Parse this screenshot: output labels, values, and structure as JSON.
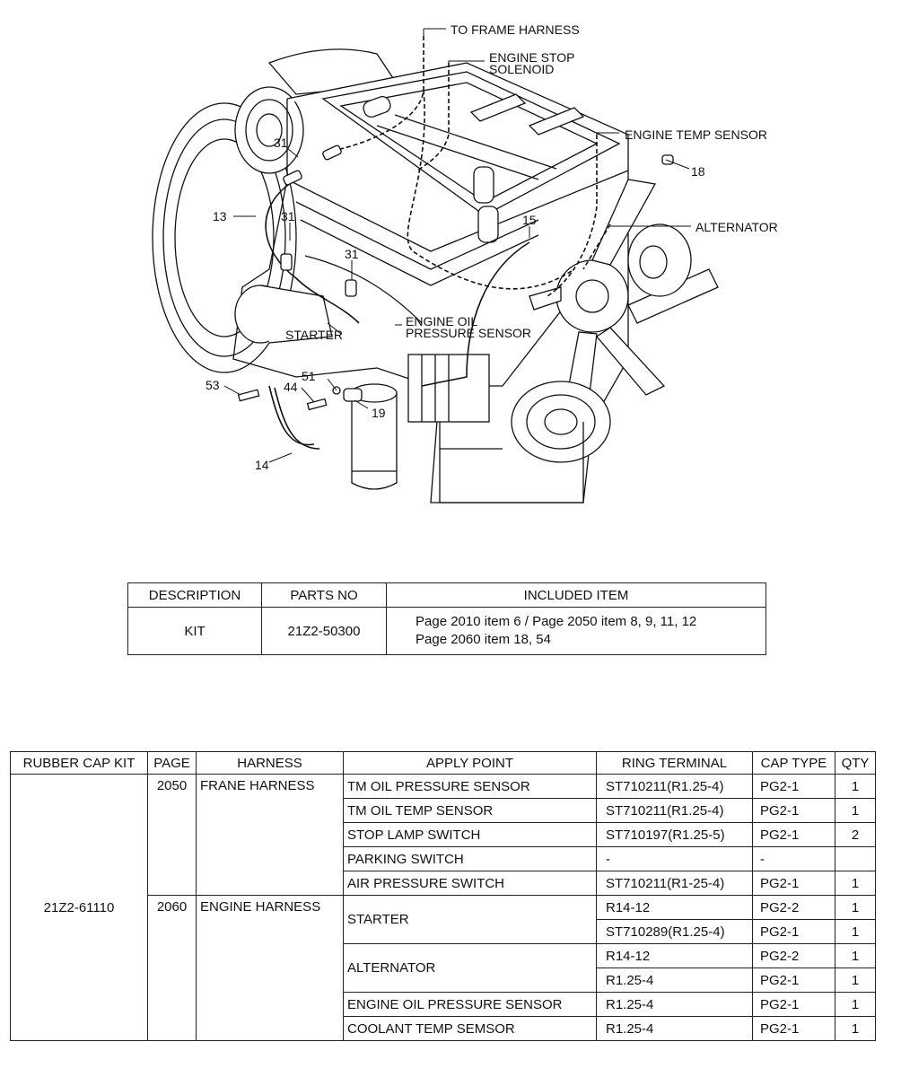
{
  "diagram": {
    "labels": {
      "to_frame_harness": "TO FRAME HARNESS",
      "engine_stop_line1": "ENGINE STOP",
      "engine_stop_line2": "SOLENOID",
      "engine_temp_sensor": "ENGINE TEMP SENSOR",
      "alternator": "ALTERNATOR",
      "engine_oil_line1": "ENGINE OIL",
      "engine_oil_line2": "PRESSURE SENSOR",
      "starter": "STARTER"
    },
    "callouts": {
      "c18": "18",
      "c31a": "31",
      "c31b": "31",
      "c31c": "31",
      "c13": "13",
      "c15": "15",
      "c53": "53",
      "c51": "51",
      "c44": "44",
      "c19": "19",
      "c14": "14"
    }
  },
  "kit_table": {
    "headers": [
      "DESCRIPTION",
      "PARTS NO",
      "INCLUDED ITEM"
    ],
    "row": {
      "description": "KIT",
      "parts_no": "21Z2-50300",
      "included_line1": "Page 2010 item 6 / Page 2050 item 8, 9, 11, 12",
      "included_line2": "Page 2060 item 18, 54"
    }
  },
  "cap_table": {
    "headers": [
      "RUBBER CAP KIT",
      "PAGE",
      "HARNESS",
      "APPLY POINT",
      "RING TERMINAL",
      "CAP TYPE",
      "QTY"
    ],
    "kit_no": "21Z2-61110",
    "groups": [
      {
        "page": "2050",
        "harness": "FRANE HARNESS",
        "rows": [
          {
            "apply": "TM OIL PRESSURE SENSOR",
            "ring": "ST710211(R1.25-4)",
            "cap": "PG2-1",
            "qty": "1"
          },
          {
            "apply": "TM OIL TEMP SENSOR",
            "ring": "ST710211(R1.25-4)",
            "cap": "PG2-1",
            "qty": "1"
          },
          {
            "apply": "STOP LAMP SWITCH",
            "ring": "ST710197(R1.25-5)",
            "cap": "PG2-1",
            "qty": "2"
          },
          {
            "apply": "PARKING SWITCH",
            "ring": "-",
            "cap": "-",
            "qty": ""
          },
          {
            "apply": "AIR PRESSURE SWITCH",
            "ring": "ST710211(R1-25-4)",
            "cap": "PG2-1",
            "qty": "1"
          }
        ]
      },
      {
        "page": "2060",
        "harness": "ENGINE HARNESS",
        "rows": [
          {
            "apply": "STARTER",
            "ring": "R14-12",
            "cap": "PG2-2",
            "qty": "1"
          },
          {
            "apply": "",
            "ring": "ST710289(R1.25-4)",
            "cap": "PG2-1",
            "qty": "1"
          },
          {
            "apply": "ALTERNATOR",
            "ring": "R14-12",
            "cap": "PG2-2",
            "qty": "1"
          },
          {
            "apply": "",
            "ring": "R1.25-4",
            "cap": "PG2-1",
            "qty": "1"
          },
          {
            "apply": "ENGINE OIL PRESSURE SENSOR",
            "ring": "R1.25-4",
            "cap": "PG2-1",
            "qty": "1"
          },
          {
            "apply": "COOLANT TEMP SEMSOR",
            "ring": "R1.25-4",
            "cap": "PG2-1",
            "qty": "1"
          }
        ]
      }
    ]
  }
}
